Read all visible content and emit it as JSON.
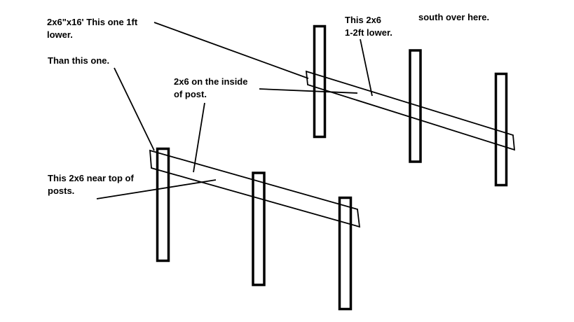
{
  "colors": {
    "background": "#ffffff",
    "ink": "#000000"
  },
  "labels": {
    "board_far_length": [
      "2x6\"x16' This one 1ft",
      "lower."
    ],
    "than_this_one": [
      "Than this one."
    ],
    "board_right_lower": [
      "This 2x6",
      "1-2ft lower."
    ],
    "south": [
      "south over here."
    ],
    "board_inside_post": [
      "2x6 on the inside",
      "of post."
    ],
    "board_near_top": [
      "This 2x6 near top of",
      "posts."
    ]
  }
}
